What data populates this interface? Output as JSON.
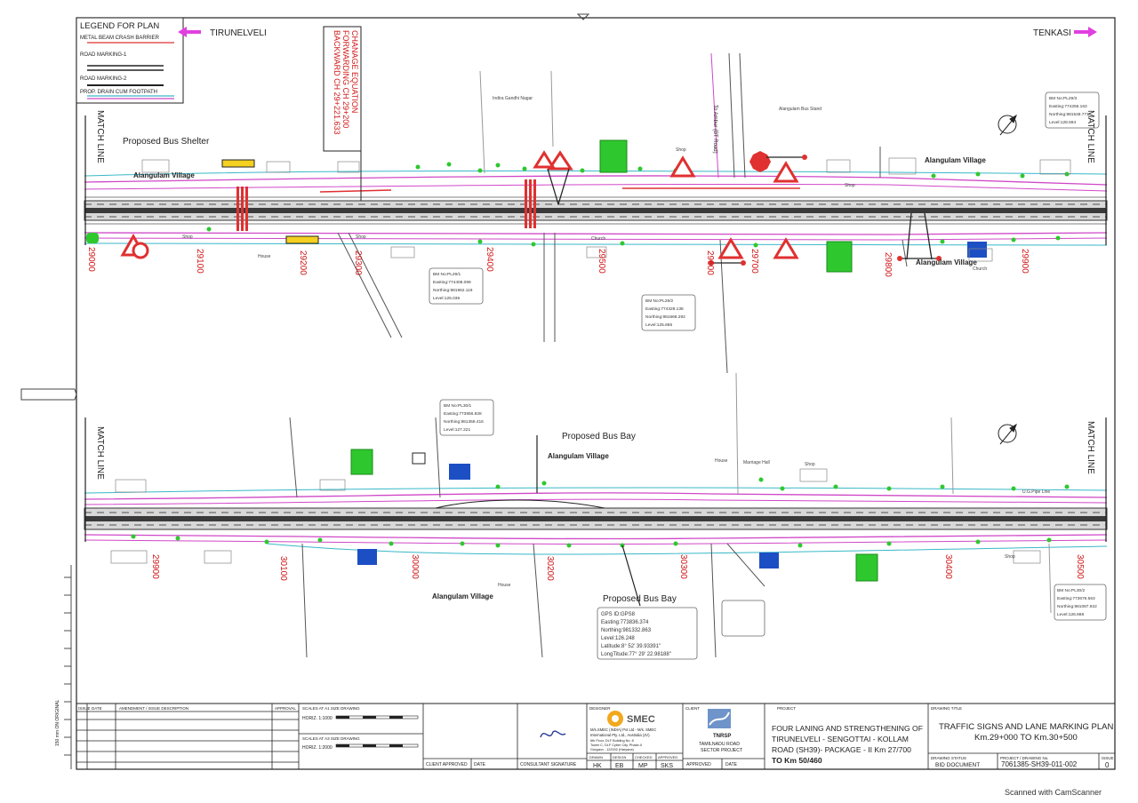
{
  "legend": {
    "title": "LEGEND FOR PLAN",
    "items": [
      "METAL BEAM CRASH BARRIER",
      "ROAD MARKING-1",
      "ROAD MARKING-2",
      "PROP. DRAIN CUM FOOTPATH"
    ]
  },
  "directions": {
    "left": "TIRUNELVELI",
    "right": "TENKASI"
  },
  "chainage_note": [
    "CHANAGE EQUATION",
    "FORWARDING CH 29+200",
    "BACKWARD CH 29+221.633"
  ],
  "match_line": "MATCH LINE",
  "labels": {
    "proposed_bus_shelter": "Proposed Bus Shelter",
    "proposed_bus_bay": "Proposed Bus Bay",
    "village": "Alangulam Village",
    "to_ambur": "To Ambur (BT Road)",
    "indira_nagar": "Indira Gandhi Nagar",
    "alangulam_bus_stand": "Alangulam Bus Stand",
    "church": "Church",
    "marriage_hall": "Marriage Hall",
    "up_pipe_line": "U.G.Pipe Line",
    "shop": "Shop",
    "house": "House"
  },
  "chainages_top": [
    "29000",
    "29100",
    "29200",
    "29300",
    "29400",
    "29500",
    "29600",
    "29700",
    "29800",
    "29900"
  ],
  "chainages_bottom": [
    "29900",
    "30000",
    "30100",
    "30200",
    "30300",
    "30400",
    "30500"
  ],
  "bm_boxes": [
    [
      "BM No:PL29/3",
      "Easting:774256.163",
      "Northing:981548.771",
      "Level:128.594"
    ],
    [
      "BM No:PL29/1",
      "Easting:774408.099",
      "Northing:981962.119",
      "Level:125.036"
    ],
    [
      "BM No:PL29/2",
      "Easting:774328.138",
      "Northing:981668.292",
      "Level:125.665"
    ],
    [
      "BM No:PL30/1",
      "Easting:773956.828",
      "Northing:981359.416",
      "Level:127.221"
    ],
    [
      "BM No:PL30/2",
      "Easting:773676.563",
      "Northing:981087.922",
      "Level:126.668"
    ]
  ],
  "gps_box": [
    "GPS ID:GPS8",
    "Easting:773836.374",
    "Northing:981332.863",
    "Level:126.248",
    "Latitude:8° 52' 39.93391\"",
    "LongTitude:77° 29' 22.98188\""
  ],
  "title_block": {
    "revision_headers": [
      "ISSUE",
      "DATE",
      "AMENDMENT / ISSUE  DESCRIPTION",
      "APPROVAL"
    ],
    "scale_a1": "SCALES AT A1 SIZE DRAWING",
    "scale_a3": "SCALES AT A3 SIZE DRAWING",
    "horiz_1000": "HORIZ. 1:1000",
    "horiz_2000": "HORIZ. 1:2000",
    "client_approved": "CLIENT APPROVED",
    "date": "DATE",
    "consultant_signature": "CONSULTANT SIGNATURE",
    "designer": "DESIGNER",
    "smec": "SMEC",
    "smec_address": [
      "M/s.SMEC (INDIA) Pvt Ltd - M/s. SMEC",
      "International Pty. Ltd., Australia (JV).",
      "6th Floor, DLF Building No. 8",
      "Tower C, DLF Cyber City, Phase-II",
      "Gurgaon - 122002 (Haryana)"
    ],
    "drawn_headers": [
      "DRAWN",
      "DESIGN",
      "CHECKED",
      "APPROVED"
    ],
    "drawn_values": [
      "HK",
      "EB",
      "MP",
      "SKS"
    ],
    "client": "CLIENT",
    "tnrsp": "TNRSP",
    "client_name": [
      "TAMILNADU ROAD",
      "SECTOR PROJECT"
    ],
    "approved": "APPROVED",
    "project": "PROJECT",
    "project_title": [
      "FOUR LANING AND STRENGTHENING OF",
      "TIRUNELVELI - SENGOTTAI - KOLLAM",
      "ROAD (SH39)- PACKAGE - II Km 27/700",
      "TO Km 50/460"
    ],
    "drawing_title_label": "DRAWING TITLE",
    "drawing_title": [
      "TRAFFIC SIGNS AND LANE MARKING PLAN",
      "Km.29+000 TO Km.30+500"
    ],
    "drawing_status": "DRAWING STATUS",
    "status": "BID DOCUMENT",
    "project_no_label": "PROJECT / DRAWING No.",
    "project_no": "7061385-SH39-011-002",
    "issue_label": "ISSUE",
    "issue": "0",
    "side_note": "150 mm ON ORIGINAL"
  },
  "footer": "Scanned with CamScanner",
  "colors": {
    "road": "#3a3a3a",
    "magenta": "#d048c8",
    "cyan": "#38b8c8",
    "green": "#2ec82e",
    "red_text": "#d01818",
    "sign_blue": "#1c4fc4"
  }
}
